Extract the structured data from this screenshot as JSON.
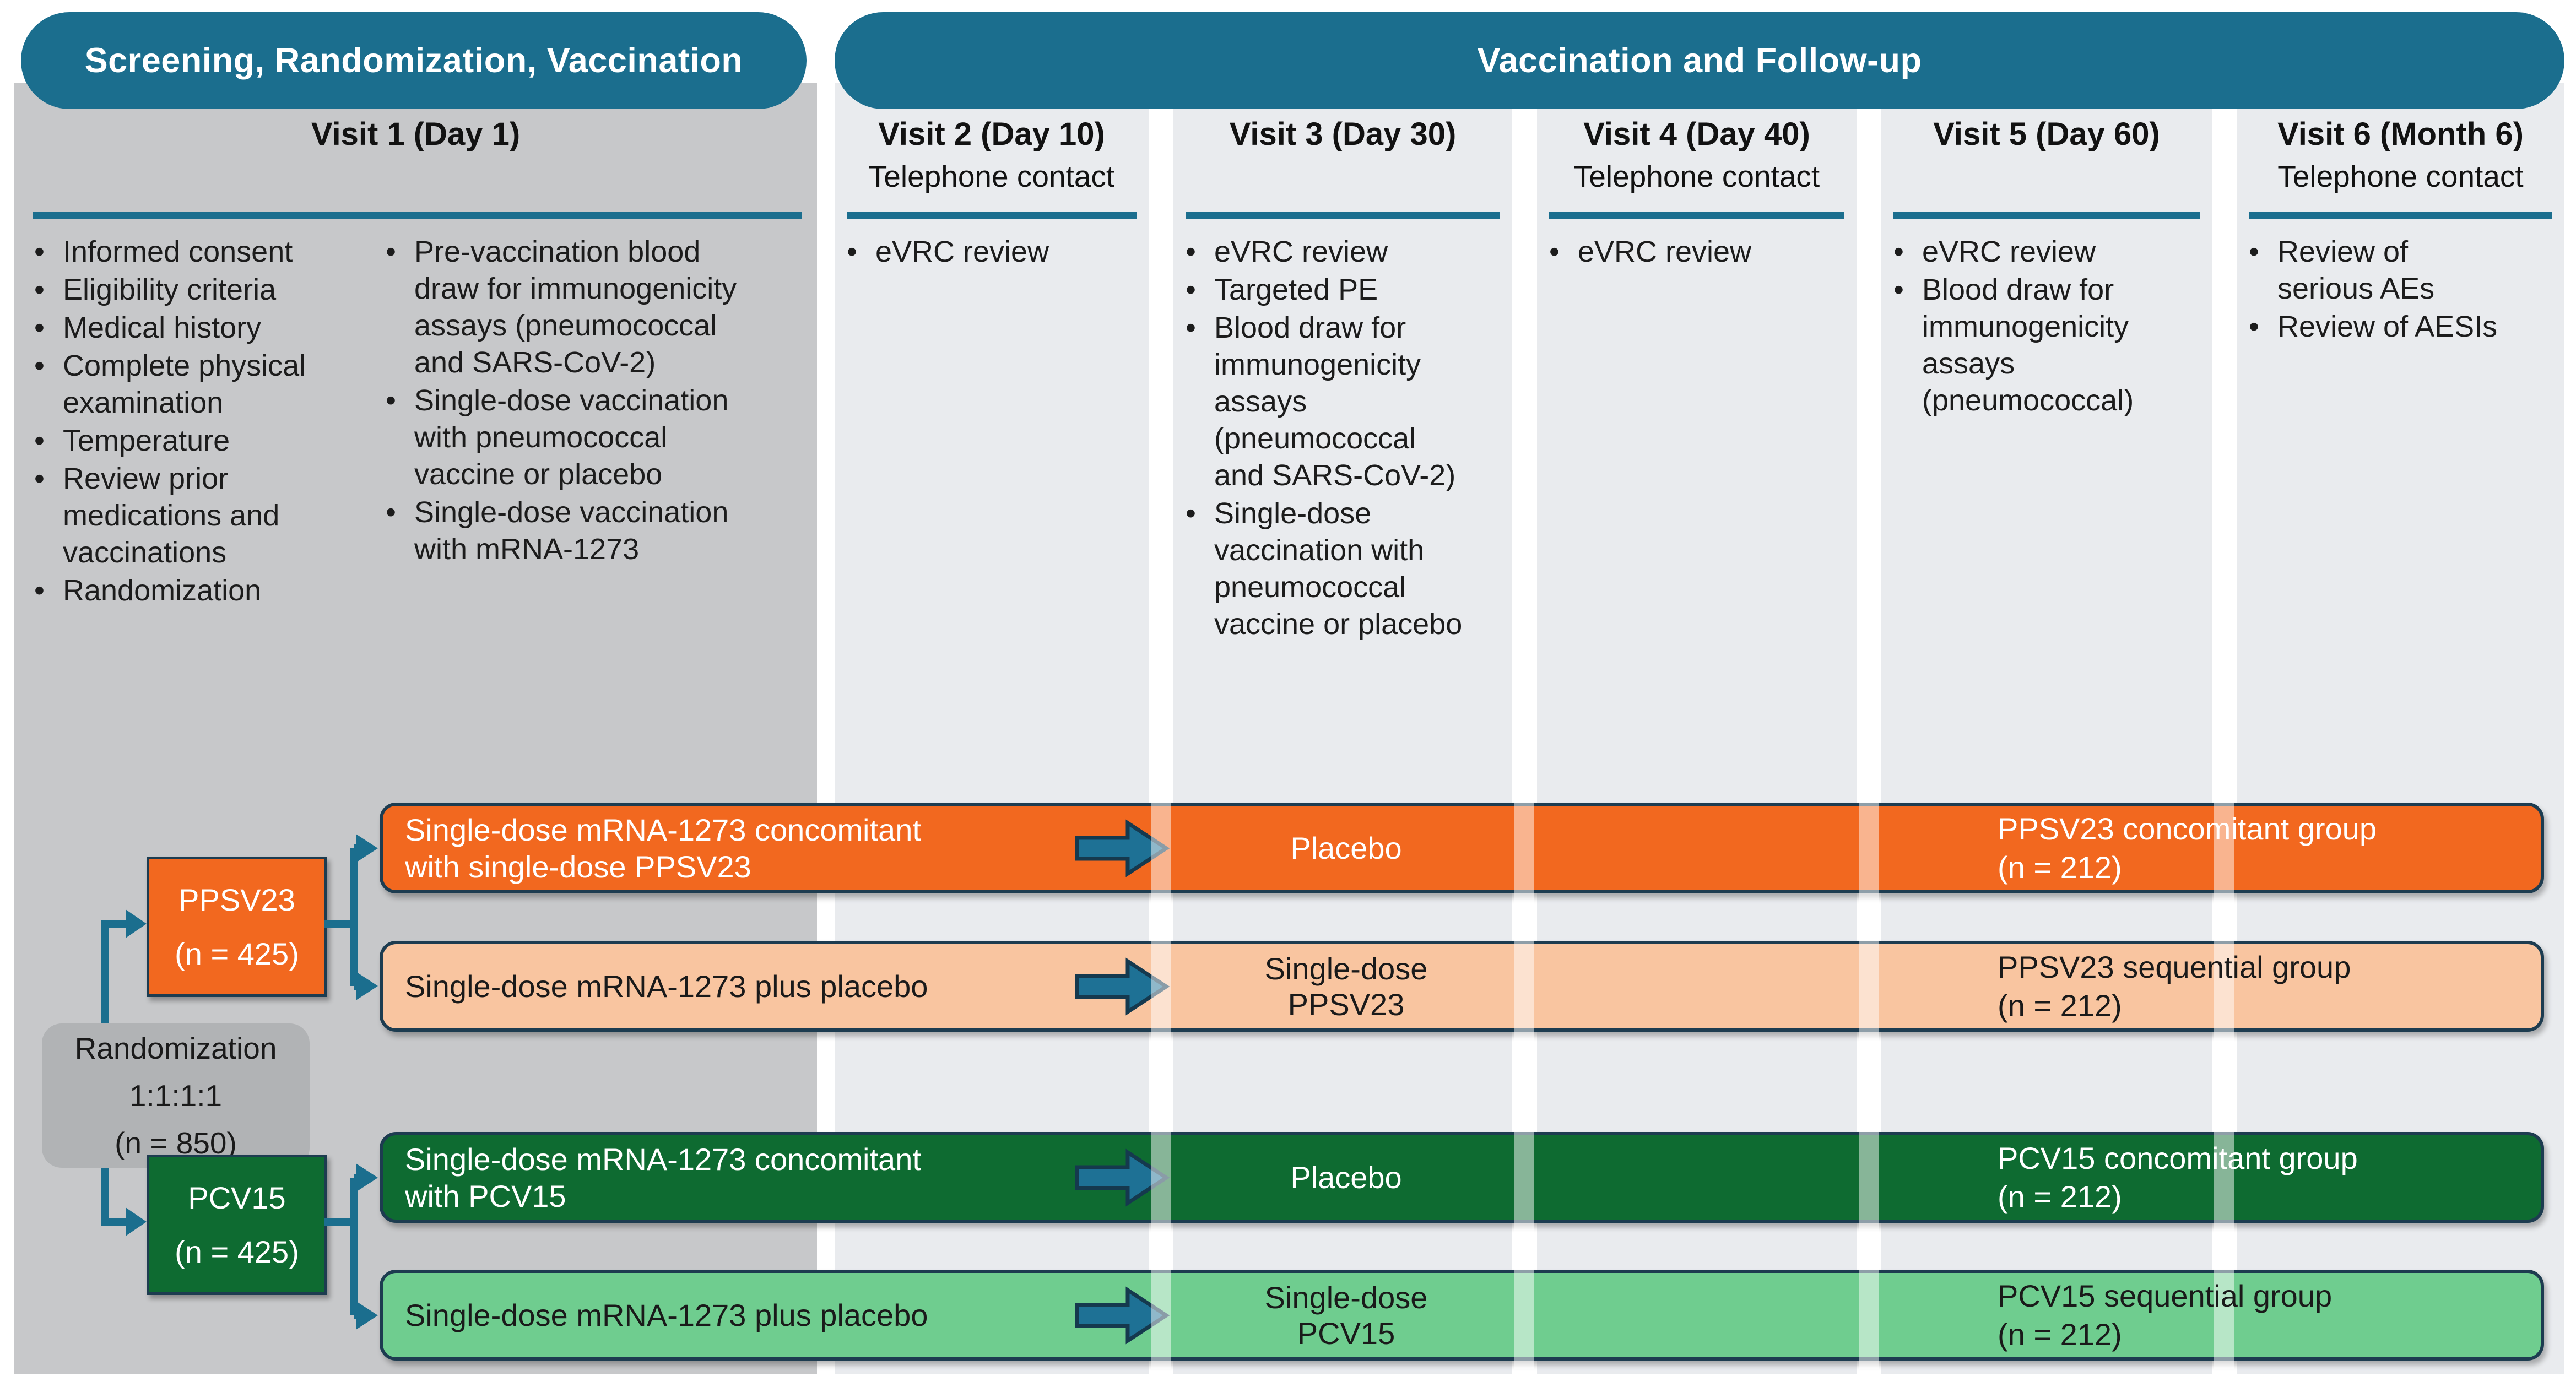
{
  "headers": {
    "left": "Screening, Randomization, Vaccination",
    "right": "Vaccination and Follow-up"
  },
  "visits": [
    {
      "title": "Visit 1 (Day 1)",
      "subtitle": ""
    },
    {
      "title": "Visit 2 (Day 10)",
      "subtitle": "Telephone contact"
    },
    {
      "title": "Visit 3 (Day 30)",
      "subtitle": ""
    },
    {
      "title": "Visit 4 (Day 40)",
      "subtitle": "Telephone contact"
    },
    {
      "title": "Visit 5 (Day 60)",
      "subtitle": ""
    },
    {
      "title": "Visit 6 (Month 6)",
      "subtitle": "Telephone contact"
    }
  ],
  "visit1_bullets_col1": [
    "Informed consent",
    "Eligibility criteria",
    "Medical history",
    "Complete physical\nexamination",
    "Temperature",
    "Review prior\nmedications and\nvaccinations",
    "Randomization"
  ],
  "visit1_bullets_col2": [
    "Pre-vaccination blood\ndraw for immunogenicity\nassays (pneumococcal\nand SARS-CoV-2)",
    "Single-dose vaccination\nwith pneumococcal\nvaccine or placebo",
    "Single-dose vaccination\nwith mRNA-1273"
  ],
  "visit2_bullets": [
    "eVRC review"
  ],
  "visit3_bullets": [
    "eVRC review",
    "Targeted PE",
    "Blood draw for\nimmunogenicity\nassays\n(pneumococcal\nand SARS-CoV-2)",
    "Single-dose\nvaccination with\npneumococcal\nvaccine or placebo"
  ],
  "visit4_bullets": [
    "eVRC review"
  ],
  "visit5_bullets": [
    "eVRC review",
    "Blood draw for\nimmunogenicity\nassays\n(pneumococcal)"
  ],
  "visit6_bullets": [
    "Review of\nserious AEs",
    "Review of AESIs"
  ],
  "flow": {
    "randomization": "Randomization\n1:1:1:1\n(n = 850)",
    "ppsv23_box": "PPSV23\n(n = 425)",
    "pcv15_box": "PCV15\n(n = 425)"
  },
  "arms": [
    {
      "treatment": "Single-dose mRNA-1273 concomitant\nwith single-dose PPSV23",
      "day30": "Placebo",
      "group": "PPSV23 concomitant group\n(n = 212)"
    },
    {
      "treatment": "Single-dose mRNA-1273 plus placebo",
      "day30": "Single-dose\nPPSV23",
      "group": "PPSV23 sequential group\n(n = 212)"
    },
    {
      "treatment": "Single-dose mRNA-1273 concomitant\nwith PCV15",
      "day30": "Placebo",
      "group": "PCV15 concomitant group\n(n = 212)"
    },
    {
      "treatment": "Single-dose mRNA-1273 plus placebo",
      "day30": "Single-dose\nPCV15",
      "group": "PCV15 sequential group\n(n = 212)"
    }
  ],
  "colors": {
    "teal": "#1b6e8e",
    "navy_outline": "#1d3c50",
    "orange": "#f2681f",
    "peach": "#f9c5a0",
    "dark_green": "#0e6b31",
    "light_green": "#6fcd8f",
    "left_panel_gray": "#c7c8ca",
    "randomization_box_gray": "#b1b3b5",
    "column_bg": "#e9ebee"
  }
}
